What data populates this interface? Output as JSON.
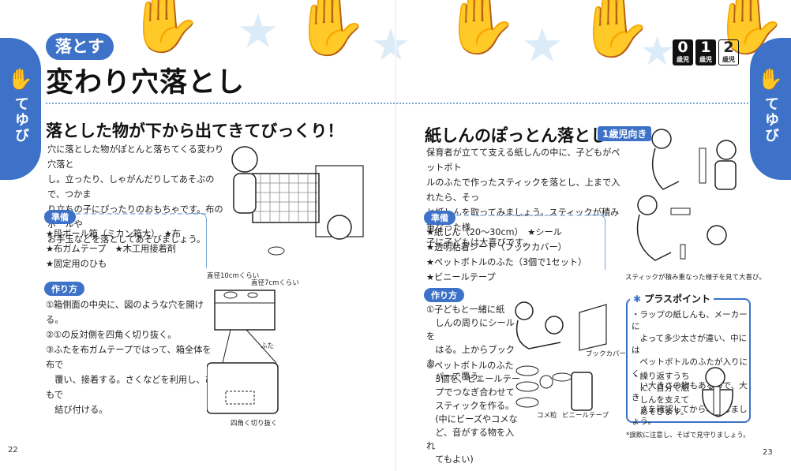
{
  "side_tab": {
    "label": "てゆび",
    "icon": "hand-icon"
  },
  "header": {
    "category": "落とす",
    "title": "変わり穴落とし"
  },
  "ages": [
    {
      "num": "0",
      "unit": "歳児",
      "highlight": true
    },
    {
      "num": "1",
      "unit": "歳児",
      "highlight": true
    },
    {
      "num": "2",
      "unit": "歳児",
      "highlight": false
    }
  ],
  "left": {
    "heading": "落とした物が下から出てきてびっくり！",
    "intro": [
      "穴に落とした物がぽとんと落ちてくる変わり穴落と",
      "し。立ったり、しゃがんだりしてあそぶので、つかま",
      "り立ちの子にぴったりのおもちゃです。布のボールや",
      "お手玉などを落としてあそびましょう。"
    ],
    "prep_label": "準備",
    "prep": [
      "★段ボール箱（ミカン箱大）　★布",
      "★布ガムテープ　★木工用接着剤",
      "★固定用のひも"
    ],
    "howto_label": "作り方",
    "steps": [
      "①箱側面の中央に、図のような穴を開ける。",
      "②①の反対側を四角く切り抜く。"
    ],
    "step3": [
      "③ふたを布ガムテープではって、箱全体を布で",
      "　覆い、接着する。さくなどを利用し、ひもで",
      "　結び付ける。"
    ],
    "labels": {
      "hole1": "直径10cmくらい",
      "hole2": "直径7cmくらい",
      "lid": "ふた",
      "cut": "四角く切り抜く"
    },
    "page": "22"
  },
  "right": {
    "heading": "紙しんのぽっとん落とし",
    "level": "1歳児向き",
    "intro": [
      "保育者が立てて支える紙しんの中に、子どもがペットボト",
      "ルのふたで作ったスティックを落とし、上まで入れたら、そっ",
      "と紙しんを取ってみましょう。スティックが積み重なった様",
      "子に子どもは大喜びです。"
    ],
    "prep_label": "準備",
    "prep": [
      "★紙しん（20〜30cm）　★シール",
      "★透明粘着シート（ブックカバー）",
      "★ペットボトルのふた（3個で1セット）",
      "★ビニールテープ"
    ],
    "howto_label": "作り方",
    "step1": [
      "①子どもと一緒に紙",
      "　しんの周りにシールを",
      "　はる。上からブックカ",
      "　バーで覆う。"
    ],
    "step2": [
      "②ペットボトルのふた",
      "　3個を、ビニールテー",
      "　プでつなぎ合わせて",
      "　スティックを作る。",
      "　(中にビーズやコメな",
      "　ど、音がする物を入れ",
      "　てもよい)"
    ],
    "labels": {
      "bookcover": "ブックカバー",
      "rice": "コメ粒",
      "vinyl": "ビニールテープ"
    },
    "caption": "スティックが積み重なった様子を見て大喜び。",
    "plus_title": "プラスポイント",
    "plus1": [
      "・ラップの紙しんも、メーカーに",
      "　よって多少太さが違い、中には",
      "　ペットボトルのふたが入りにく",
      "　い大きさの物もあるので、大き",
      "　さを確認してから準備しましょう。"
    ],
    "plus2": [
      "・繰り返すうち",
      "　に、自分で紙",
      "　しんを支えて",
      "　あそびます。"
    ],
    "note": "*誤飲に注意し、そばで見守りましょう。",
    "page": "23"
  }
}
